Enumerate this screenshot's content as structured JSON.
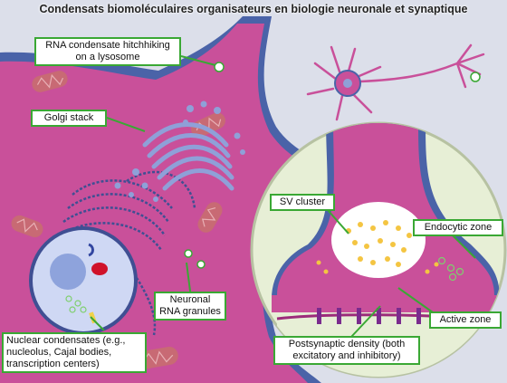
{
  "title": "Condensats biomoléculaires organisateurs en biologie neuronale et synaptique",
  "colors": {
    "cytoplasm": "#c9509a",
    "membrane": "#4a63a8",
    "callout_border": "#3aa834",
    "leader": "#3aa834",
    "mitochondria": "#c86a74",
    "golgi": "#8fa0d8",
    "nucleus": "#cfd8f4",
    "synapse_bg": "#e7efd6"
  },
  "labels": {
    "rna_hitchhiking": "RNA condensate hitchhiking on a lysosome",
    "golgi": "Golgi stack",
    "sv_cluster": "SV cluster",
    "endocytic": "Endocytic zone",
    "neuronal_rna": "Neuronal RNA granules",
    "active_zone": "Active zone",
    "nuclear": "Nuclear condensates (e.g., nucleolus, Cajal bodies, transcription centers)",
    "psd": "Postsynaptic density (both excitatory and inhibitory)"
  }
}
